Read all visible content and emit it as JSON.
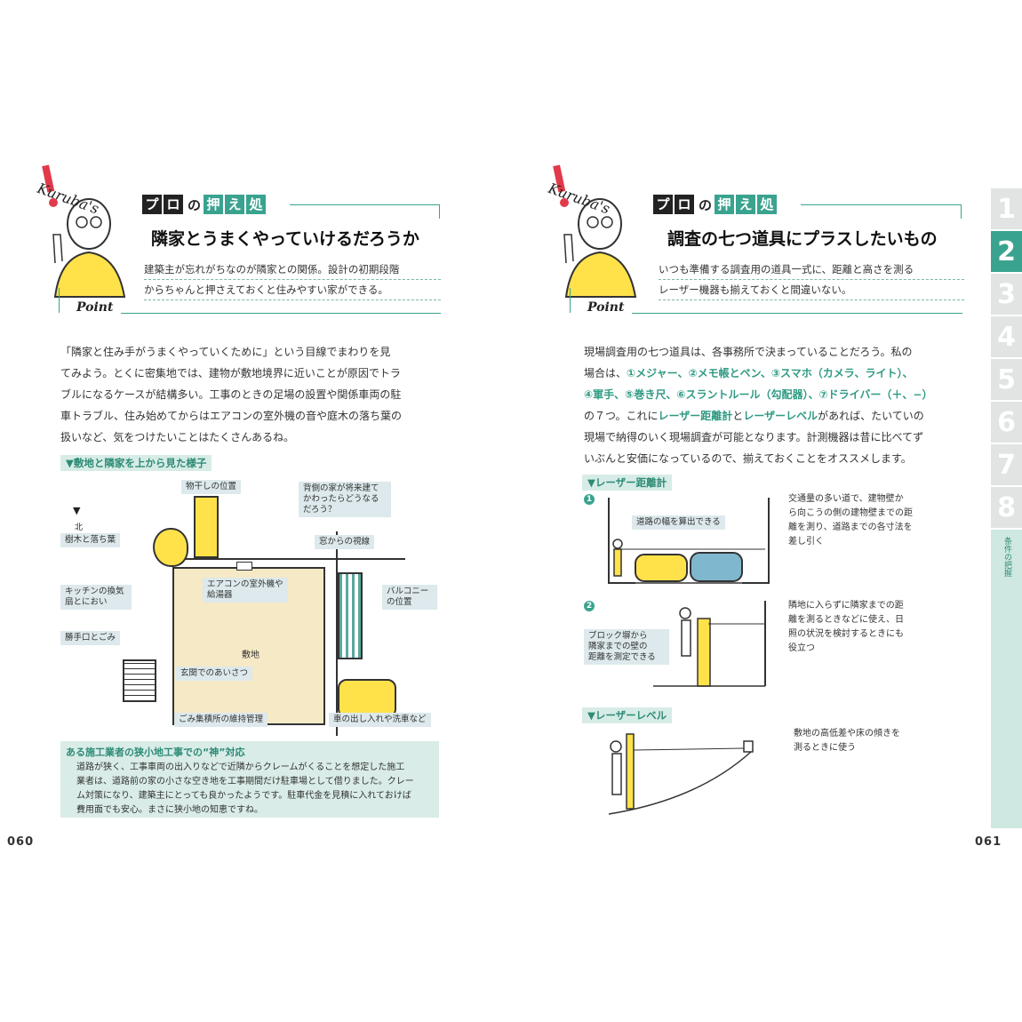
{
  "left": {
    "mascot_name": "Kuruba's",
    "mascot_sub": "Point",
    "label_chars": [
      "プ",
      "ロ",
      "押",
      "え",
      "処"
    ],
    "label_no": "の",
    "headline": "隣家とうまくやっていけるだろうか",
    "lead": [
      "建築主が忘れがちなのが隣家との関係。設計の初期段階",
      "からちゃんと押さえておくと住みやすい家ができる。"
    ],
    "body": [
      "「隣家と住み手がうまくやっていくために」という目線でまわりを見",
      "てみよう。とくに密集地では、建物が敷地境界に近いことが原因でトラ",
      "ブルになるケースが結構多い。工事のときの足場の設置や関係車両の駐",
      "車トラブル、住み始めてからはエアコンの室外機の音や庭木の落ち葉の",
      "扱いなど、気をつけたいことはたくさんあるね。"
    ],
    "diagram_title": "▼敷地と隣家を上から見た様子",
    "north": "▼",
    "north_label": "北",
    "lot_label": "敷地",
    "tags": {
      "laundry": "物干しの位置",
      "neighbor": "背側の家が将来建てかわったらどうなるだろう？",
      "tree": "樹木と落ち葉",
      "window": "窓からの視線",
      "ac": "エアコンの室外機や給湯器",
      "balcony": "バルコニーの位置",
      "kitchen": "キッチンの換気扇とにおい",
      "backdoor": "勝手口とごみ",
      "entrance": "玄関でのあいさつ",
      "garbage": "ごみ集積所の維持管理",
      "car": "車の出し入れや洗車など"
    },
    "note_title": "ある施工業者の狭小地工事での“神”対応",
    "note_body": [
      "道路が狭く、工事車両の出入りなどで近隣からクレームがくることを想定した施工",
      "業者は、道路前の家の小さな空き地を工事期間だけ駐車場として借りました。クレー",
      "ム対策になり、建築主にとっても良かったようです。駐車代金を見積に入れておけば",
      "費用面でも安心。まさに狭小地の知恵ですね。"
    ],
    "folio": "060"
  },
  "right": {
    "mascot_name": "Kuruba's",
    "mascot_sub": "Point",
    "label_chars": [
      "プ",
      "ロ",
      "押",
      "え",
      "処"
    ],
    "label_no": "の",
    "headline": "調査の七つ道具にプラスしたいもの",
    "lead": [
      "いつも準備する調査用の道具一式に、距離と高さを測る",
      "レーザー機器も揃えておくと間違いない。"
    ],
    "body_parts": [
      [
        {
          "t": "現場調査用の七つ道具は、各事務所で決まっていることだろう。私の",
          "h": false
        }
      ],
      [
        {
          "t": "場合は、",
          "h": false
        },
        {
          "t": "①メジャー、②メモ帳とペン、③スマホ（カメラ、ライト）、",
          "h": true
        }
      ],
      [
        {
          "t": "④軍手、⑤巻き尺、⑥スラントルール（勾配器）、⑦ドライバー（＋、−）",
          "h": true
        }
      ],
      [
        {
          "t": "の７つ。これに",
          "h": false
        },
        {
          "t": "レーザー距離計",
          "h": true
        },
        {
          "t": "と",
          "h": false
        },
        {
          "t": "レーザーレベル",
          "h": true
        },
        {
          "t": "があれば、たいていの",
          "h": false
        }
      ],
      [
        {
          "t": "現場で納得のいく現場調査が可能となります。計測機器は昔に比べてず",
          "h": false
        }
      ],
      [
        {
          "t": "いぶんと安価になっているので、揃えておくことをオススメします。",
          "h": false
        }
      ]
    ],
    "sec1_title": "▼レーザー距離計",
    "fig1_mark": "1",
    "fig1_tag": "道路の幅を算出できる",
    "fig1_caption": [
      "交通量の多い道で、建物壁か",
      "ら向こうの側の建物壁までの距",
      "離を測り、道路までの各寸法を",
      "差し引く"
    ],
    "fig2_mark": "2",
    "fig2_tag": [
      "ブロック塀から",
      "隣家までの壁の",
      "距離を測定できる"
    ],
    "fig2_caption": [
      "隣地に入らずに隣家までの距",
      "離を測るときなどに使え、日",
      "照の状況を検討するときにも",
      "役立つ"
    ],
    "sec2_title": "▼レーザーレベル",
    "fig3_caption": [
      "敷地の高低差や床の傾きを",
      "測るときに使う"
    ],
    "tabs": [
      "1",
      "2",
      "3",
      "4",
      "5",
      "6",
      "7",
      "8"
    ],
    "active_tab": "2",
    "tab_side": "条件の把握",
    "folio": "061"
  },
  "colors": {
    "accent": "#3aa38f",
    "yellow": "#ffe24a",
    "lot": "#f6e9c6",
    "note_bg": "#d9ece7"
  }
}
